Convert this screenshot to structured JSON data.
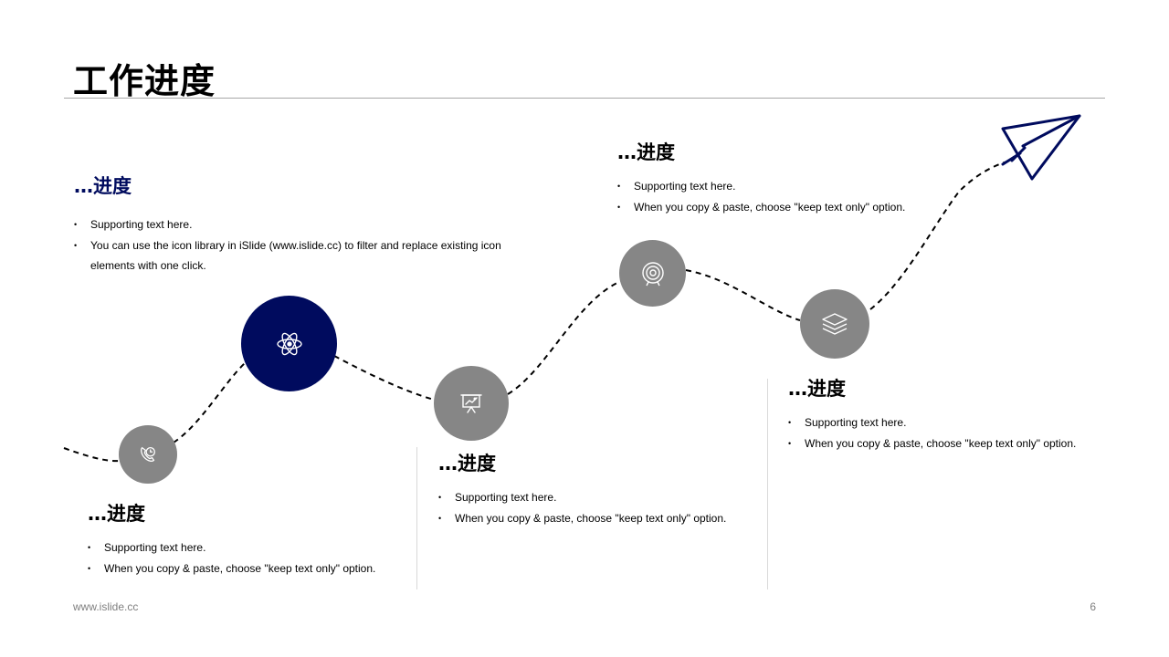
{
  "title": "工作进度",
  "footer": {
    "url": "www.islide.cc",
    "page_number": "6"
  },
  "steps": [
    {
      "heading": "…进度",
      "icon": "clock-phone-icon",
      "bullets": [
        "Supporting text here.",
        "When you copy & paste, choose \"keep text only\" option."
      ]
    },
    {
      "heading": "…进度",
      "icon": "atom-icon",
      "bullets": [
        "Supporting text here.",
        "You can use the icon library in iSlide  (www.islide.cc) to filter and replace existing icon elements with one click."
      ]
    },
    {
      "heading": "…进度",
      "icon": "presentation-board-icon",
      "bullets": [
        "Supporting text here.",
        "When you copy & paste, choose \"keep text only\" option."
      ]
    },
    {
      "heading": "…进度",
      "icon": "target-icon",
      "bullets": [
        "Supporting text here.",
        "When you copy & paste, choose \"keep text only\" option."
      ]
    },
    {
      "heading": "…进度",
      "icon": "layers-icon",
      "bullets": [
        "Supporting text here.",
        "When you copy & paste, choose \"keep text only\" option."
      ]
    }
  ],
  "decoration": {
    "end_icon": "paper-plane-icon"
  },
  "colors": {
    "accent": "#000b5e",
    "node_grey": "#868686",
    "text": "#000000",
    "footer": "#7f7f7f",
    "rule": "#a6a6a6"
  }
}
